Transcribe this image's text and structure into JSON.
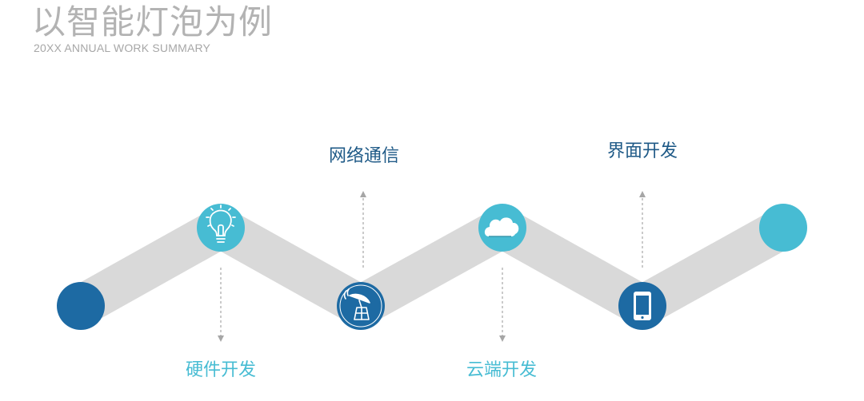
{
  "header": {
    "title": "以智能灯泡为例",
    "subtitle": "20XX ANNUAL WORK SUMMARY"
  },
  "steps": [
    {
      "label": "硬件开发",
      "icon": "lightbulb-icon",
      "position": "bottom"
    },
    {
      "label": "网络通信",
      "icon": "satellite-dish-icon",
      "position": "top"
    },
    {
      "label": "云端开发",
      "icon": "cloud-icon",
      "position": "bottom"
    },
    {
      "label": "界面开发",
      "icon": "smartphone-icon",
      "position": "top"
    }
  ],
  "colors": {
    "dark_blue": "#1d6aa3",
    "light_blue": "#47bcd3",
    "band_gray": "#d9d9d9",
    "title_gray": "#b3b3b3",
    "top_label": "#1f5a87",
    "bottom_label": "#47bcd3",
    "arrow_gray": "#a6a6a6"
  }
}
